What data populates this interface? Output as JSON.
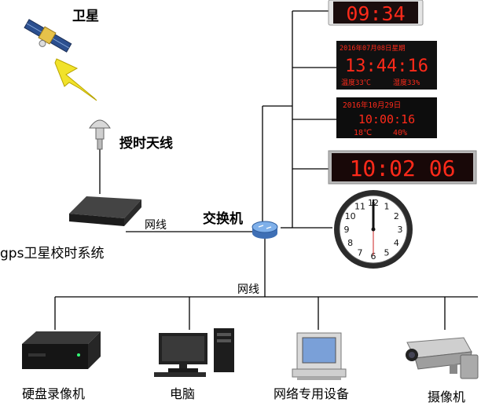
{
  "labels": {
    "satellite": "卫星",
    "antenna": "授时天线",
    "gps_system": "gps卫星校时系统",
    "switch": "交换机",
    "net_line_1": "网线",
    "net_line_2": "网线",
    "dvr": "硬盘录像机",
    "computer": "电脑",
    "network_device": "网络专用设备",
    "camera": "摄像机"
  },
  "displays": {
    "clock1_time": "09:34",
    "clock2_date": "2016年07月08日星期",
    "clock2_time": "13:44:16",
    "clock2_temp": "温度33℃",
    "clock2_hum": "湿度33%",
    "clock3_date": "2016年10月29日",
    "clock3_time": "10:00:16",
    "clock3_temp": "18℃",
    "clock3_hum": "40%",
    "clock4_time": "10:02 06"
  },
  "colors": {
    "led": "#ff2a1a",
    "line": "#000000",
    "switch": "#5b8fd4"
  },
  "icons": {
    "satellite": "satellite-icon",
    "lightning": "lightning-icon",
    "antenna": "gps-antenna-icon",
    "server": "server-icon",
    "switch": "network-switch-icon",
    "wall_clock": "wall-clock-icon",
    "dvr": "dvr-icon",
    "computer": "computer-icon",
    "terminal": "terminal-icon",
    "camera": "cctv-camera-icon"
  }
}
